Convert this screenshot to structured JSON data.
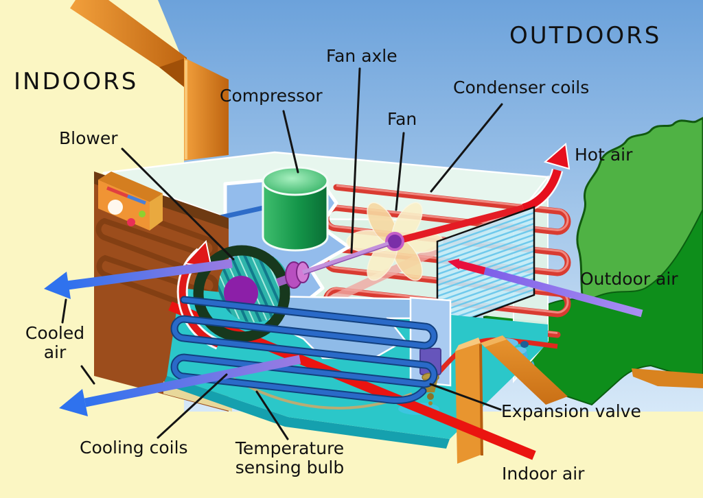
{
  "scene": {
    "type": "air-conditioner-cutaway-diagram",
    "description": "Cutaway diagram of a window air conditioner showing indoor and outdoor sections"
  },
  "areas": {
    "indoors": "INDOORS",
    "outdoors": "OUTDOORS"
  },
  "component_labels": {
    "blower": "Blower",
    "compressor": "Compressor",
    "fan_axle": "Fan axle",
    "fan": "Fan",
    "condenser_coils": "Condenser coils",
    "expansion_valve": "Expansion valve",
    "cooling_coils": "Cooling coils",
    "temperature_sensing_bulb": [
      "Temperature",
      "sensing bulb"
    ]
  },
  "airflow_labels": {
    "hot_air": "Hot air",
    "outdoor_air": "Outdoor air",
    "indoor_air": "Indoor air",
    "cooled_air": [
      "Cooled",
      "air"
    ]
  },
  "colors": {
    "indoor_background": "#FBF6C3",
    "sky_top": "#6CA2DB",
    "sky_bottom": "#D6E8F8",
    "wall_orange": "#D8821E",
    "casing_mint": "#E7F6EE",
    "floor_teal": "#2BC7C9",
    "panel_brown": "#9C4D1C",
    "compressor_green": "#149549",
    "condenser_red": "#D93B31",
    "cooling_coil_blue": "#2A6AC8",
    "blower_ring_green": "#17381D",
    "blower_hub_purple": "#8C1FA8",
    "fan_blade_yellow": "#FAF0C8",
    "axle_lavender": "#C391DC",
    "hot_air_red": "#E6101E",
    "indoor_air_red": "#EA1410",
    "cooled_air_blue": "#2F72EE",
    "cooled_air_purple": "#9C7BE2",
    "outdoor_air_purple": "#8468E8",
    "hill_green": "#0E8E1B",
    "bush_green": "#4FB244",
    "valve_brass": "#A88F35",
    "valve_cap_purple": "#6655BB",
    "sensing_bulb_khaki": "#B9AC74",
    "leader_line": "#141414"
  }
}
